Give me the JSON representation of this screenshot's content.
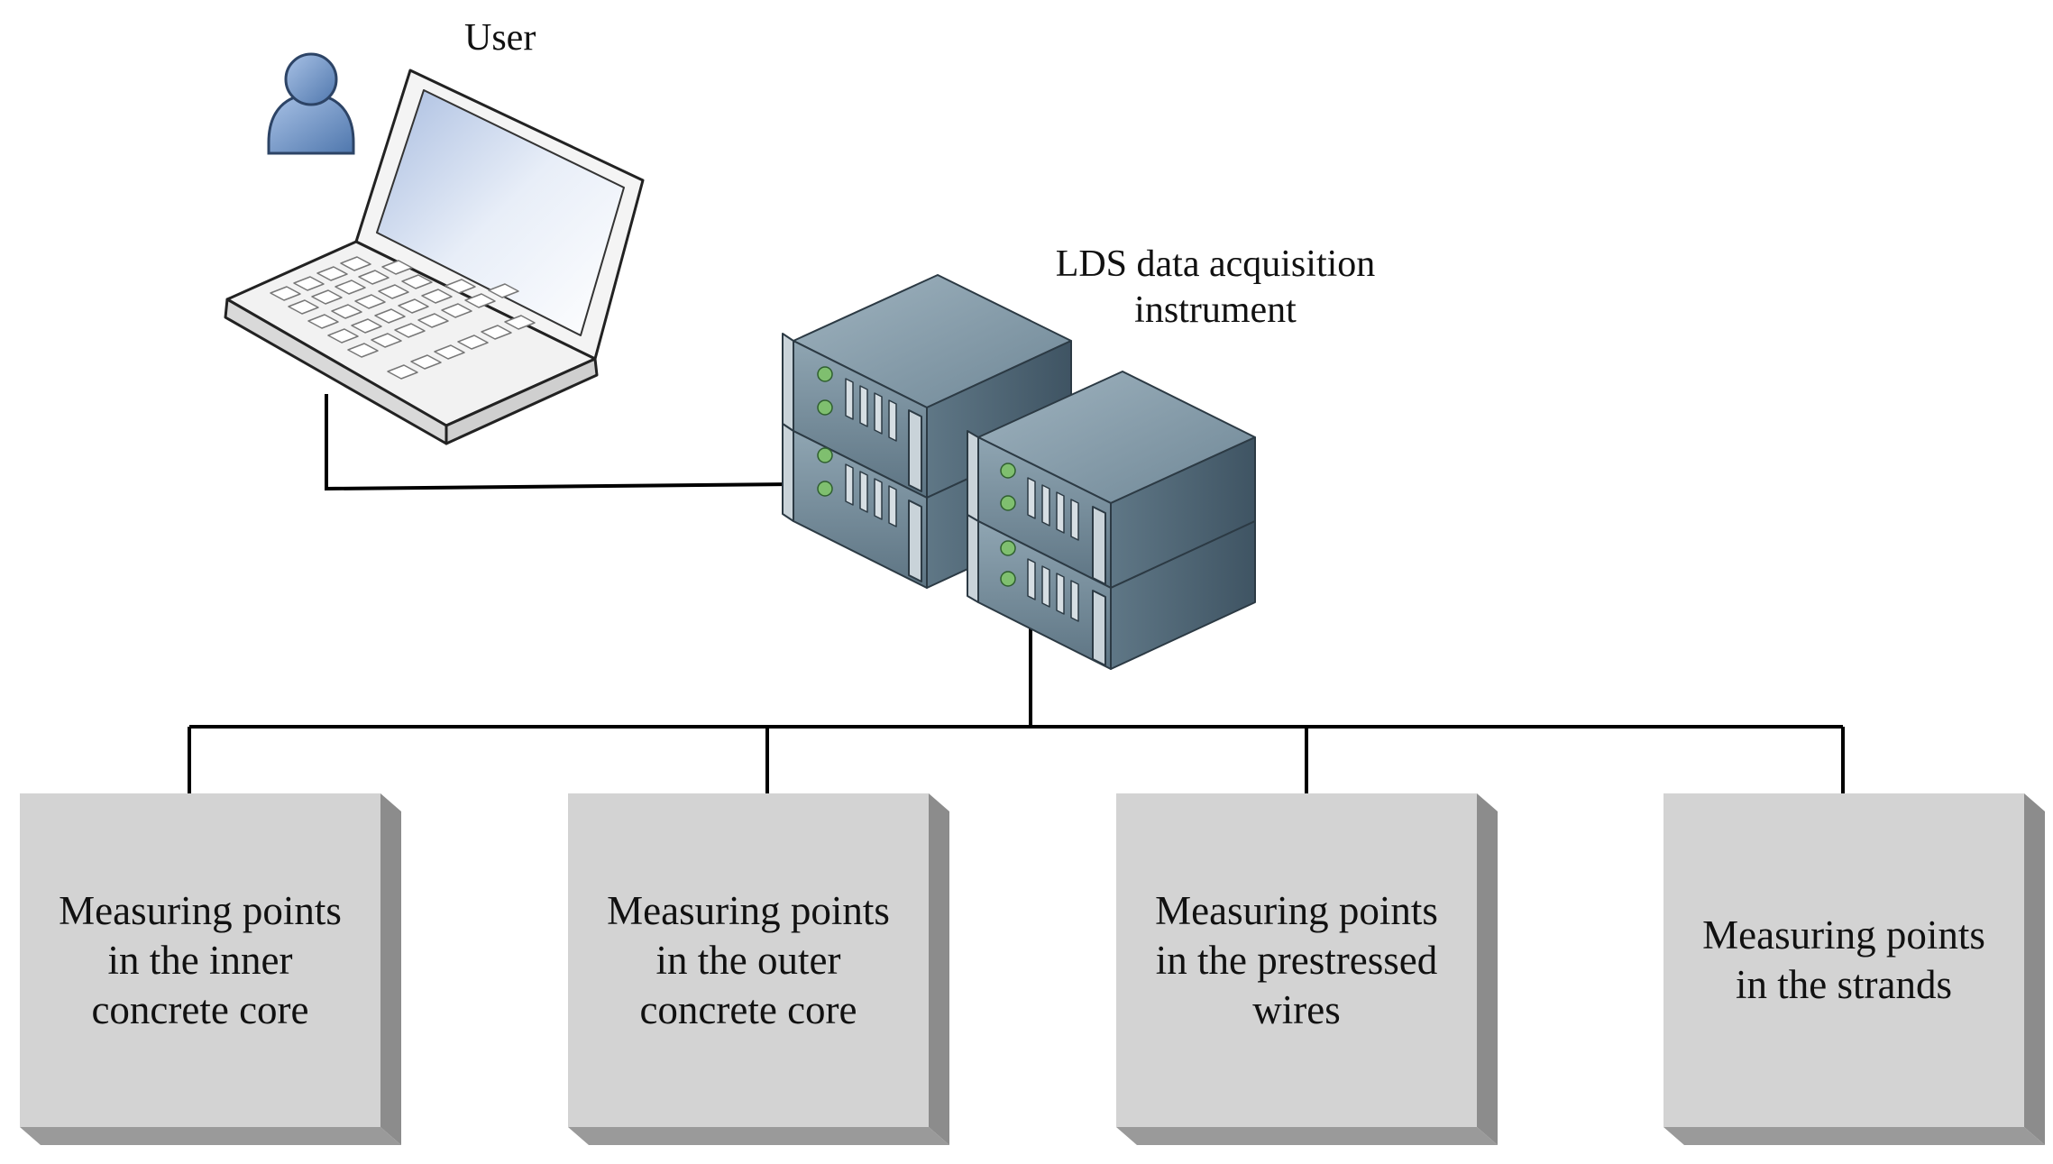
{
  "user": {
    "label": "User"
  },
  "instrument": {
    "label": "LDS data acquisition\ninstrument"
  },
  "measuring_points": [
    {
      "label": "Measuring points\nin the inner\nconcrete core"
    },
    {
      "label": "Measuring points\nin the outer\nconcrete core"
    },
    {
      "label": "Measuring points\nin the prestressed\nwires"
    },
    {
      "label": "Measuring points\nin the strands"
    }
  ],
  "colors": {
    "line": "#000000",
    "box_face": "#d3d3d3",
    "box_shadow": "#8c8c8c",
    "server_front": "#6f8796",
    "server_top": "#8aa0ad",
    "server_side": "#4e6675",
    "user_icon": "#6f93c4"
  }
}
